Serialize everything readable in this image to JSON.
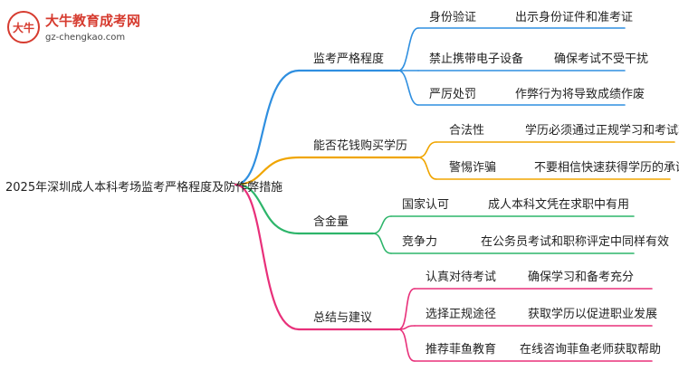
{
  "logo": {
    "title": "大牛教育成考网",
    "url": "gz-chengkao.com",
    "mark": "大牛"
  },
  "root": {
    "label": "2025年深圳成人本科考场监考严格程度及防作弊措施"
  },
  "branches": [
    {
      "label": "监考严格程度",
      "color": "#2f8fe0",
      "children": [
        {
          "label": "身份验证",
          "detail": "出示身份证件和准考证"
        },
        {
          "label": "禁止携带电子设备",
          "detail": "确保考试不受干扰"
        },
        {
          "label": "严厉处罚",
          "detail": "作弊行为将导致成绩作废"
        }
      ]
    },
    {
      "label": "能否花钱购买学历",
      "color": "#f0a500",
      "children": [
        {
          "label": "合法性",
          "detail": "学历必须通过正规学习和考试获取"
        },
        {
          "label": "警惕诈骗",
          "detail": "不要相信快速获得学历的承诺"
        }
      ]
    },
    {
      "label": "含金量",
      "color": "#2db56a",
      "children": [
        {
          "label": "国家认可",
          "detail": "成人本科文凭在求职中有用"
        },
        {
          "label": "竞争力",
          "detail": "在公务员考试和职称评定中同样有效"
        }
      ]
    },
    {
      "label": "总结与建议",
      "color": "#e8307a",
      "children": [
        {
          "label": "认真对待考试",
          "detail": "确保学习和备考充分"
        },
        {
          "label": "选择正规途径",
          "detail": "获取学历以促进职业发展"
        },
        {
          "label": "推荐菲鱼教育",
          "detail": "在线咨询菲鱼老师获取帮助"
        }
      ]
    }
  ]
}
